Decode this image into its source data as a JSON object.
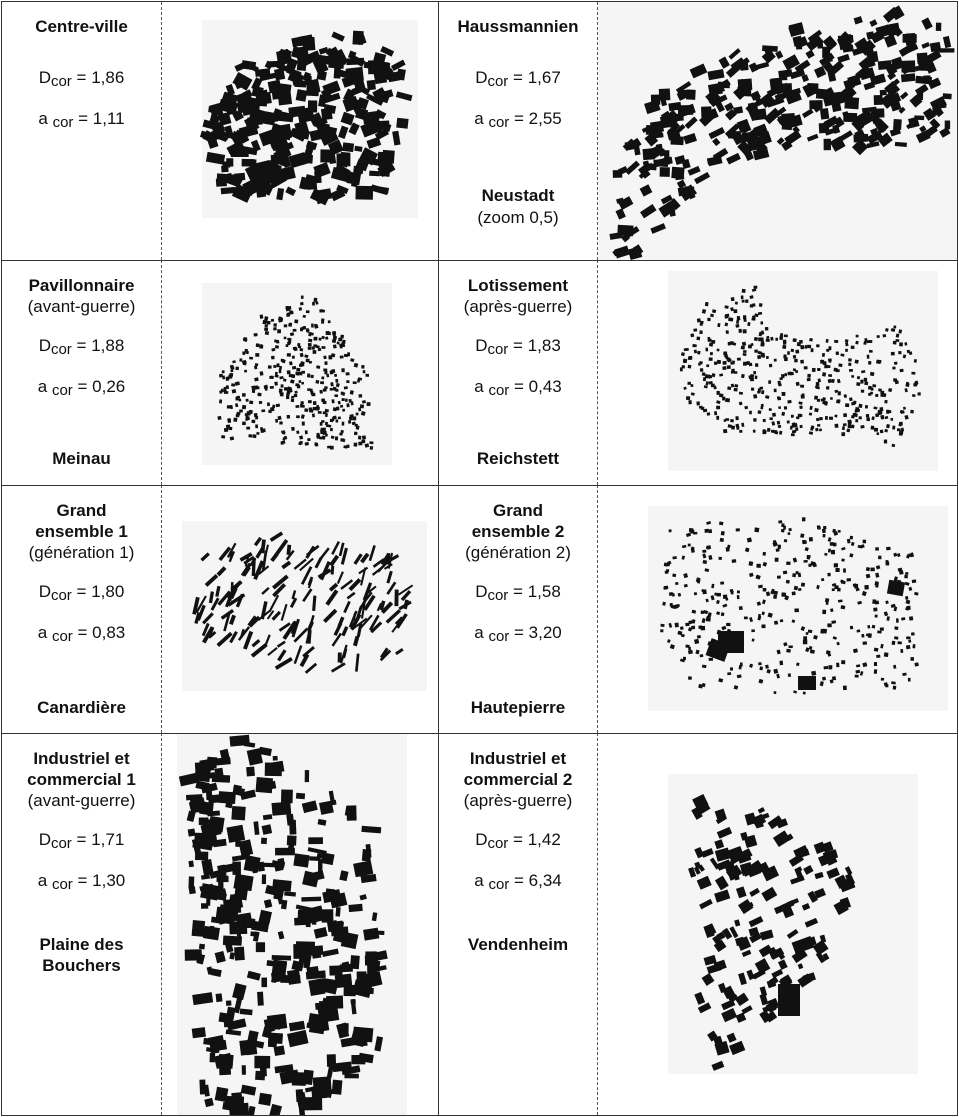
{
  "cells": [
    {
      "title": "Centre-ville",
      "subtitle": "",
      "d_label": "D",
      "d_sub": "cor",
      "d_value": "= 1,86",
      "a_label": "a",
      "a_sub": "cor",
      "a_value": "= 1,11",
      "place": "",
      "place2": ""
    },
    {
      "title": "Haussmannien",
      "subtitle": "",
      "d_label": "D",
      "d_sub": "cor",
      "d_value": "= 1,67",
      "a_label": "a",
      "a_sub": "cor",
      "a_value": "= 2,55",
      "place": "Neustadt",
      "place2": "(zoom 0,5)"
    },
    {
      "title": "Pavillonnaire",
      "subtitle": "(avant-guerre)",
      "d_label": "D",
      "d_sub": "cor",
      "d_value": "= 1,88",
      "a_label": "a",
      "a_sub": "cor",
      "a_value": "= 0,26",
      "place": "Meinau",
      "place2": ""
    },
    {
      "title": "Lotissement",
      "subtitle": "(après-guerre)",
      "d_label": "D",
      "d_sub": "cor",
      "d_value": "= 1,83",
      "a_label": "a",
      "a_sub": "cor",
      "a_value": "= 0,43",
      "place": "Reichstett",
      "place2": ""
    },
    {
      "title": "Grand ensemble 1",
      "subtitle": "(génération 1)",
      "d_label": "D",
      "d_sub": "cor",
      "d_value": "= 1,80",
      "a_label": "a",
      "a_sub": "cor",
      "a_value": "= 0,83",
      "place": "Canardière",
      "place2": ""
    },
    {
      "title": "Grand ensemble 2",
      "subtitle": "(génération 2)",
      "d_label": "D",
      "d_sub": "cor",
      "d_value": "= 1,58",
      "a_label": "a",
      "a_sub": "cor",
      "a_value": "= 3,20",
      "place": "Hautepierre",
      "place2": ""
    },
    {
      "title": "Industriel et commercial 1",
      "subtitle": "(avant-guerre)",
      "d_label": "D",
      "d_sub": "cor",
      "d_value": "= 1,71",
      "a_label": "a",
      "a_sub": "cor",
      "a_value": "= 1,30",
      "place": "Plaine des Bouchers",
      "place2": ""
    },
    {
      "title": "Industriel et commercial 2",
      "subtitle": "(après-guerre)",
      "d_label": "D",
      "d_sub": "cor",
      "d_value": "= 1,42",
      "a_label": "a",
      "a_sub": "cor",
      "a_value": "= 6,34",
      "place": "Vendenheim",
      "place2": ""
    }
  ],
  "colors": {
    "ink": "#111111",
    "paper": "#ffffff",
    "map_bg": "#f5f5f5"
  },
  "maps": [
    {
      "pattern": "dense-blocks"
    },
    {
      "pattern": "elongated-blocks"
    },
    {
      "pattern": "dotted-houses"
    },
    {
      "pattern": "dotted-houses"
    },
    {
      "pattern": "bars"
    },
    {
      "pattern": "clusters"
    },
    {
      "pattern": "industrial"
    },
    {
      "pattern": "industrial"
    }
  ]
}
